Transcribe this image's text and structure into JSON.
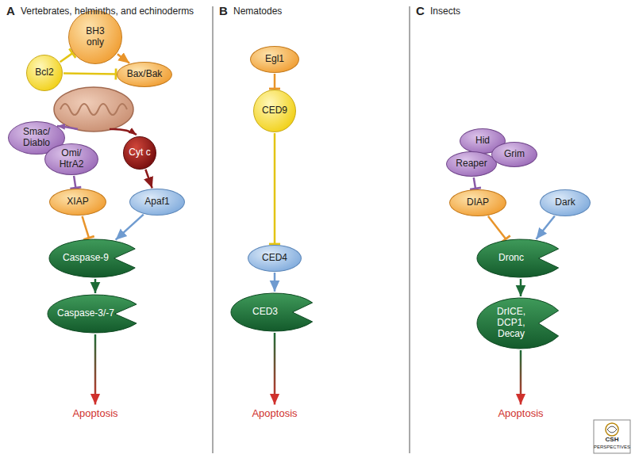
{
  "diagram": {
    "nodes": [
      {
        "text": [
          "BH3 only"
        ]
      },
      {
        "text": [
          "Bcl2"
        ]
      },
      {
        "text": [
          "Bax/Bak"
        ]
      },
      {
        "text": [
          "Smac/Diablo"
        ]
      },
      {
        "text": [
          "Omi/HtrA2"
        ]
      },
      {
        "text": [
          "Cyt c"
        ]
      },
      {
        "text": [
          "XIAP"
        ]
      },
      {
        "text": [
          "Apaf1"
        ]
      },
      {
        "text": [
          "Caspase-9"
        ]
      },
      {
        "text": [
          "Caspase-3/-7"
        ]
      },
      {
        "text": [
          "Apoptosis"
        ]
      },
      {
        "text": [
          "Egl1"
        ]
      },
      {
        "text": [
          "CED9"
        ]
      },
      {
        "text": [
          "CED4"
        ]
      },
      {
        "text": [
          "CED3"
        ]
      },
      {
        "text": [
          "Apoptosis"
        ]
      },
      {
        "text": [
          "Hid"
        ]
      },
      {
        "text": [
          "Reaper"
        ]
      },
      {
        "text": [
          "Grim"
        ]
      },
      {
        "text": [
          "DIAP"
        ]
      },
      {
        "text": [
          "Dark"
        ]
      },
      {
        "text": [
          "Dronc"
        ]
      },
      {
        "text": [
          "DrICE, DCP1, Decay"
        ]
      },
      {
        "text": [
          "Apoptosis"
        ]
      }
    ],
    "edges": [
      {
        "from": 0,
        "to": 2,
        "arrow": "to"
      },
      {
        "from": 1,
        "to": 0,
        "arrow": "to"
      },
      {
        "from": 1,
        "to": 2,
        "arrow": "to"
      },
      {
        "from": 4,
        "to": 6,
        "arrow": "to"
      },
      {
        "from": 5,
        "to": 7,
        "arrow": "to"
      },
      {
        "from": 6,
        "to": 8,
        "arrow": "to"
      },
      {
        "from": 7,
        "to": 8,
        "arrow": "to"
      },
      {
        "from": 8,
        "to": 9,
        "arrow": "to"
      },
      {
        "from": 9,
        "to": 10,
        "arrow": "to"
      },
      {
        "from": 11,
        "to": 12,
        "arrow": "to"
      },
      {
        "from": 12,
        "to": 13,
        "arrow": "to"
      },
      {
        "from": 13,
        "to": 14,
        "arrow": "to"
      },
      {
        "from": 14,
        "to": 15,
        "arrow": "to"
      },
      {
        "from": 17,
        "to": 19,
        "arrow": "to"
      },
      {
        "from": 19,
        "to": 21,
        "arrow": "to"
      },
      {
        "from": 20,
        "to": 21,
        "arrow": "to"
      },
      {
        "from": 21,
        "to": 22,
        "arrow": "to"
      },
      {
        "from": 22,
        "to": 23,
        "arrow": "to"
      }
    ],
    "labels": [
      "A",
      "Vertebrates, helminths, and echinoderms",
      "B",
      "Nematodes",
      "C",
      "Insects",
      "CSH",
      "PERSPECTIVES"
    ]
  }
}
